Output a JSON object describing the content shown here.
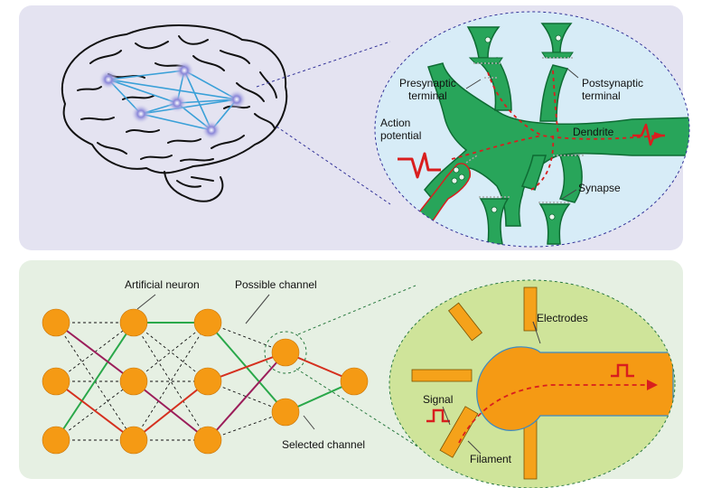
{
  "colors": {
    "top_panel": "#e4e3f1",
    "bottom_panel": "#e6f0e3",
    "neuron_green": "#28a55a",
    "neuron_outline": "#0e6b33",
    "signal_red": "#d91e1e",
    "brain_link_blue": "#3aa0d8",
    "node_orange": "#f59a14",
    "electrode_orange": "#f5a21a",
    "zoom_bg_top": "#d7ecf7",
    "zoom_bg_bottom": "#cfe49a",
    "path_green": "#2aa84a",
    "path_red": "#d5301f",
    "path_purple": "#9b1e5a"
  },
  "labels": {
    "presynaptic": [
      "Presynaptic",
      "terminal"
    ],
    "postsynaptic": [
      "Postsynaptic",
      "terminal"
    ],
    "action_potential": [
      "Action",
      "potential"
    ],
    "dendrite": "Dendrite",
    "synapse": "Synapse",
    "artificial_neuron": "Artificial neuron",
    "possible_channel": "Possible channel",
    "selected_channel": "Selected channel",
    "electrodes": "Electrodes",
    "signal": "Signal",
    "filament": "Filament"
  }
}
